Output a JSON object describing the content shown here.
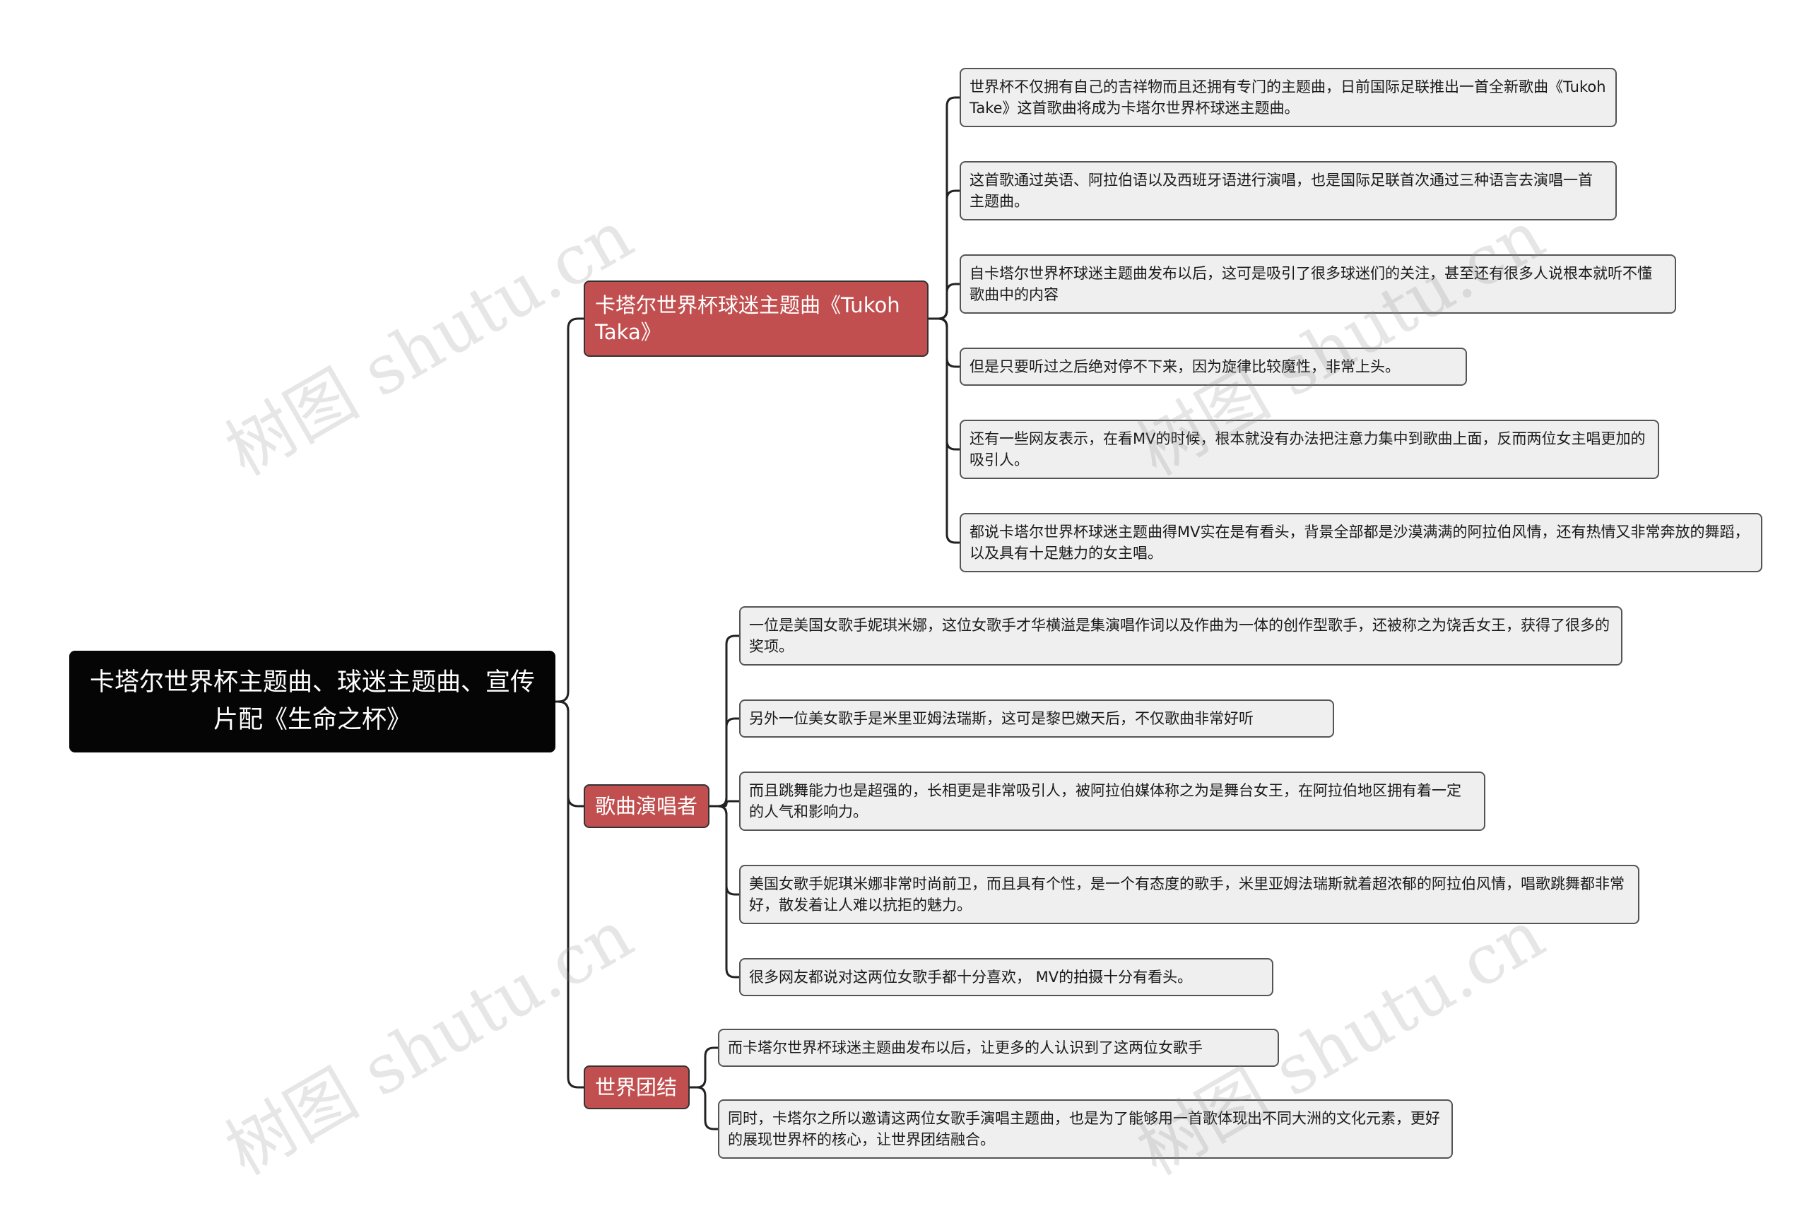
{
  "colors": {
    "root_bg": "#050505",
    "branch_bg": "#c24f4f",
    "leaf_bg": "#efefef",
    "line": "#222222"
  },
  "watermark": "树图 shutu.cn",
  "root": {
    "label": "卡塔尔世界杯主题曲、球迷主题曲、宣传片配《生命之杯》"
  },
  "branches": [
    {
      "label": "卡塔尔世界杯球迷主题曲《Tukoh Taka》",
      "children": [
        "世界杯不仅拥有自己的吉祥物而且还拥有专门的主题曲，日前国际足联推出一首全新歌曲《Tukoh Take》这首歌曲将成为卡塔尔世界杯球迷主题曲。",
        "这首歌通过英语、阿拉伯语以及西班牙语进行演唱，也是国际足联首次通过三种语言去演唱一首主题曲。",
        "自卡塔尔世界杯球迷主题曲发布以后，这可是吸引了很多球迷们的关注，甚至还有很多人说根本就听不懂歌曲中的内容",
        "但是只要听过之后绝对停不下来，因为旋律比较魔性，非常上头。",
        "还有一些网友表示，在看MV的时候，根本就没有办法把注意力集中到歌曲上面，反而两位女主唱更加的吸引人。",
        "都说卡塔尔世界杯球迷主题曲得MV实在是有看头，背景全部都是沙漠满满的阿拉伯风情，还有热情又非常奔放的舞蹈，以及具有十足魅力的女主唱。"
      ]
    },
    {
      "label": "歌曲演唱者",
      "children": [
        "一位是美国女歌手妮琪米娜，这位女歌手才华横溢是集演唱作词以及作曲为一体的创作型歌手，还被称之为饶舌女王，获得了很多的奖项。",
        "另外一位美女歌手是米里亚姆法瑞斯，这可是黎巴嫩天后，不仅歌曲非常好听",
        "而且跳舞能力也是超强的，长相更是非常吸引人，被阿拉伯媒体称之为是舞台女王，在阿拉伯地区拥有着一定的人气和影响力。",
        "美国女歌手妮琪米娜非常时尚前卫，而且具有个性，是一个有态度的歌手，米里亚姆法瑞斯就着超浓郁的阿拉伯风情，唱歌跳舞都非常好，散发着让人难以抗拒的魅力。",
        "很多网友都说对这两位女歌手都十分喜欢， MV的拍摄十分有看头。"
      ]
    },
    {
      "label": "世界团结",
      "children": [
        "而卡塔尔世界杯球迷主题曲发布以后，让更多的人认识到了这两位女歌手",
        "同时，卡塔尔之所以邀请这两位女歌手演唱主题曲，也是为了能够用一首歌体现出不同大洲的文化元素，更好的展现世界杯的核心，让世界团结融合。"
      ]
    }
  ]
}
